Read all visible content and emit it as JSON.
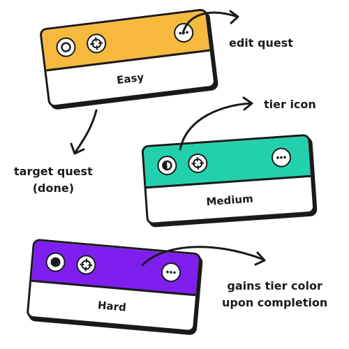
{
  "cards": {
    "easy": {
      "title": "Easy",
      "color": "#f7b93d",
      "tier_icon": "tier-easy-ring"
    },
    "medium": {
      "title": "Medium",
      "color": "#22d1ab",
      "tier_icon": "tier-medium-half"
    },
    "hard": {
      "title": "Hard",
      "color": "#7e1ff0",
      "tier_icon": "tier-hard-dot"
    }
  },
  "annotations": {
    "edit_quest": "edit quest",
    "tier_icon": "tier icon",
    "target_quest": [
      "target quest",
      "(done)"
    ],
    "gains_color": [
      "gains tier color",
      "upon completion"
    ]
  },
  "icons": [
    "tier-icon",
    "target-icon",
    "more-options-icon"
  ]
}
